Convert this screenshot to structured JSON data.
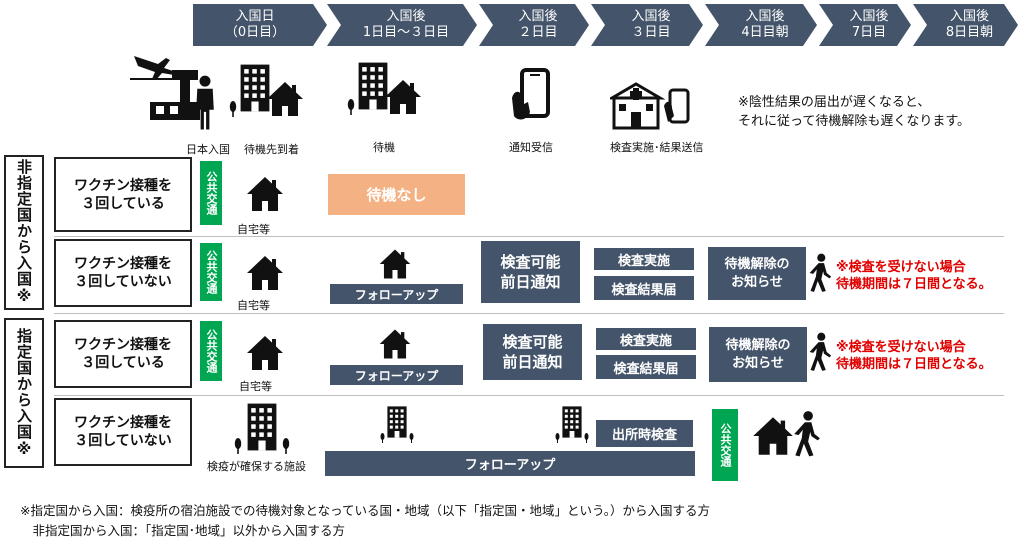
{
  "timeline": [
    {
      "label": "入国日\n（0日目）"
    },
    {
      "label": "入国後\n1日目～３日目"
    },
    {
      "label": "入国後\n２日目"
    },
    {
      "label": "入国後\n３日目"
    },
    {
      "label": "入国後\n4日目朝"
    },
    {
      "label": "入国後\n7日目"
    },
    {
      "label": "入国後\n8日目朝"
    }
  ],
  "captions": {
    "entry": "日本入国",
    "arrive": "待機先到着",
    "wait": "待機",
    "notify": "通知受信",
    "test_send": "検査実施･結果送信",
    "home": "自宅等",
    "facility": "検疫が確保する施設"
  },
  "notice_top": "※陰性結果の届出が遅くなると、\nそれに従って待機解除も遅くなります。",
  "groups": {
    "non_designated": "非指定国から入国※",
    "designated": "指定国から入国※"
  },
  "rows": {
    "vacc3": "ワクチン接種を\n３回している",
    "not_vacc3": "ワクチン接種を\n３回していない"
  },
  "labels": {
    "public_transport": "公共交通",
    "no_wait": "待機なし",
    "follow_up": "フォローアップ",
    "pre_notice": "検査可能\n前日通知",
    "test_done": "検査実施",
    "result_report": "検査結果届",
    "release_notice": "待機解除の\nお知らせ",
    "exit_test": "出所時検査",
    "no_test_warning": "※検査を受けない場合\n待機期間は７日間となる。"
  },
  "footnotes": [
    "※指定国から入国：検疫所の宿泊施設での待機対象となっている国・地域（以下「指定国・地域」という。）から入国する方",
    "　非指定国から入国：「指定国･地域」以外から入国する方"
  ],
  "colors": {
    "navy": "#44546a",
    "green": "#00a651",
    "orange": "#f4b183",
    "red": "#e00000"
  }
}
